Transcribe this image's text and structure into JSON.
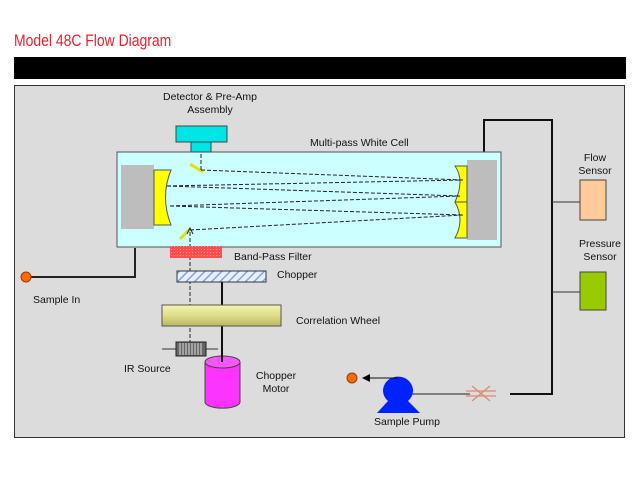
{
  "title": "Model 48C Flow Diagram",
  "labels": {
    "detector": [
      "Detector & Pre-Amp",
      "Assembly"
    ],
    "white_cell": "Multi-pass White Cell",
    "band_pass": "Band-Pass Filter",
    "chopper": "Chopper",
    "correlation_wheel": "Correlation Wheel",
    "ir_source": "IR Source",
    "chopper_motor": [
      "Chopper",
      "Motor"
    ],
    "sample_in": "Sample In",
    "sample_pump": "Sample Pump",
    "flow_sensor": [
      "Flow",
      "Sensor"
    ],
    "pressure_sensor": [
      "Pressure",
      "Sensor"
    ]
  },
  "colors": {
    "title": "#e8202a",
    "cell": "#ccffff",
    "detector": "#00e5e5",
    "mirror": "#ffff00",
    "mirror_mount": "#bdbdbd",
    "band_pass": "#ff4d4d",
    "chopper": "#c9dcff",
    "correlation_wheel": "#dede8a",
    "motor": "#ff33ff",
    "flow_sensor": "#ffcc99",
    "pressure_sensor": "#99cc00",
    "pump": "#0022ff",
    "port": "#ff6a00"
  }
}
